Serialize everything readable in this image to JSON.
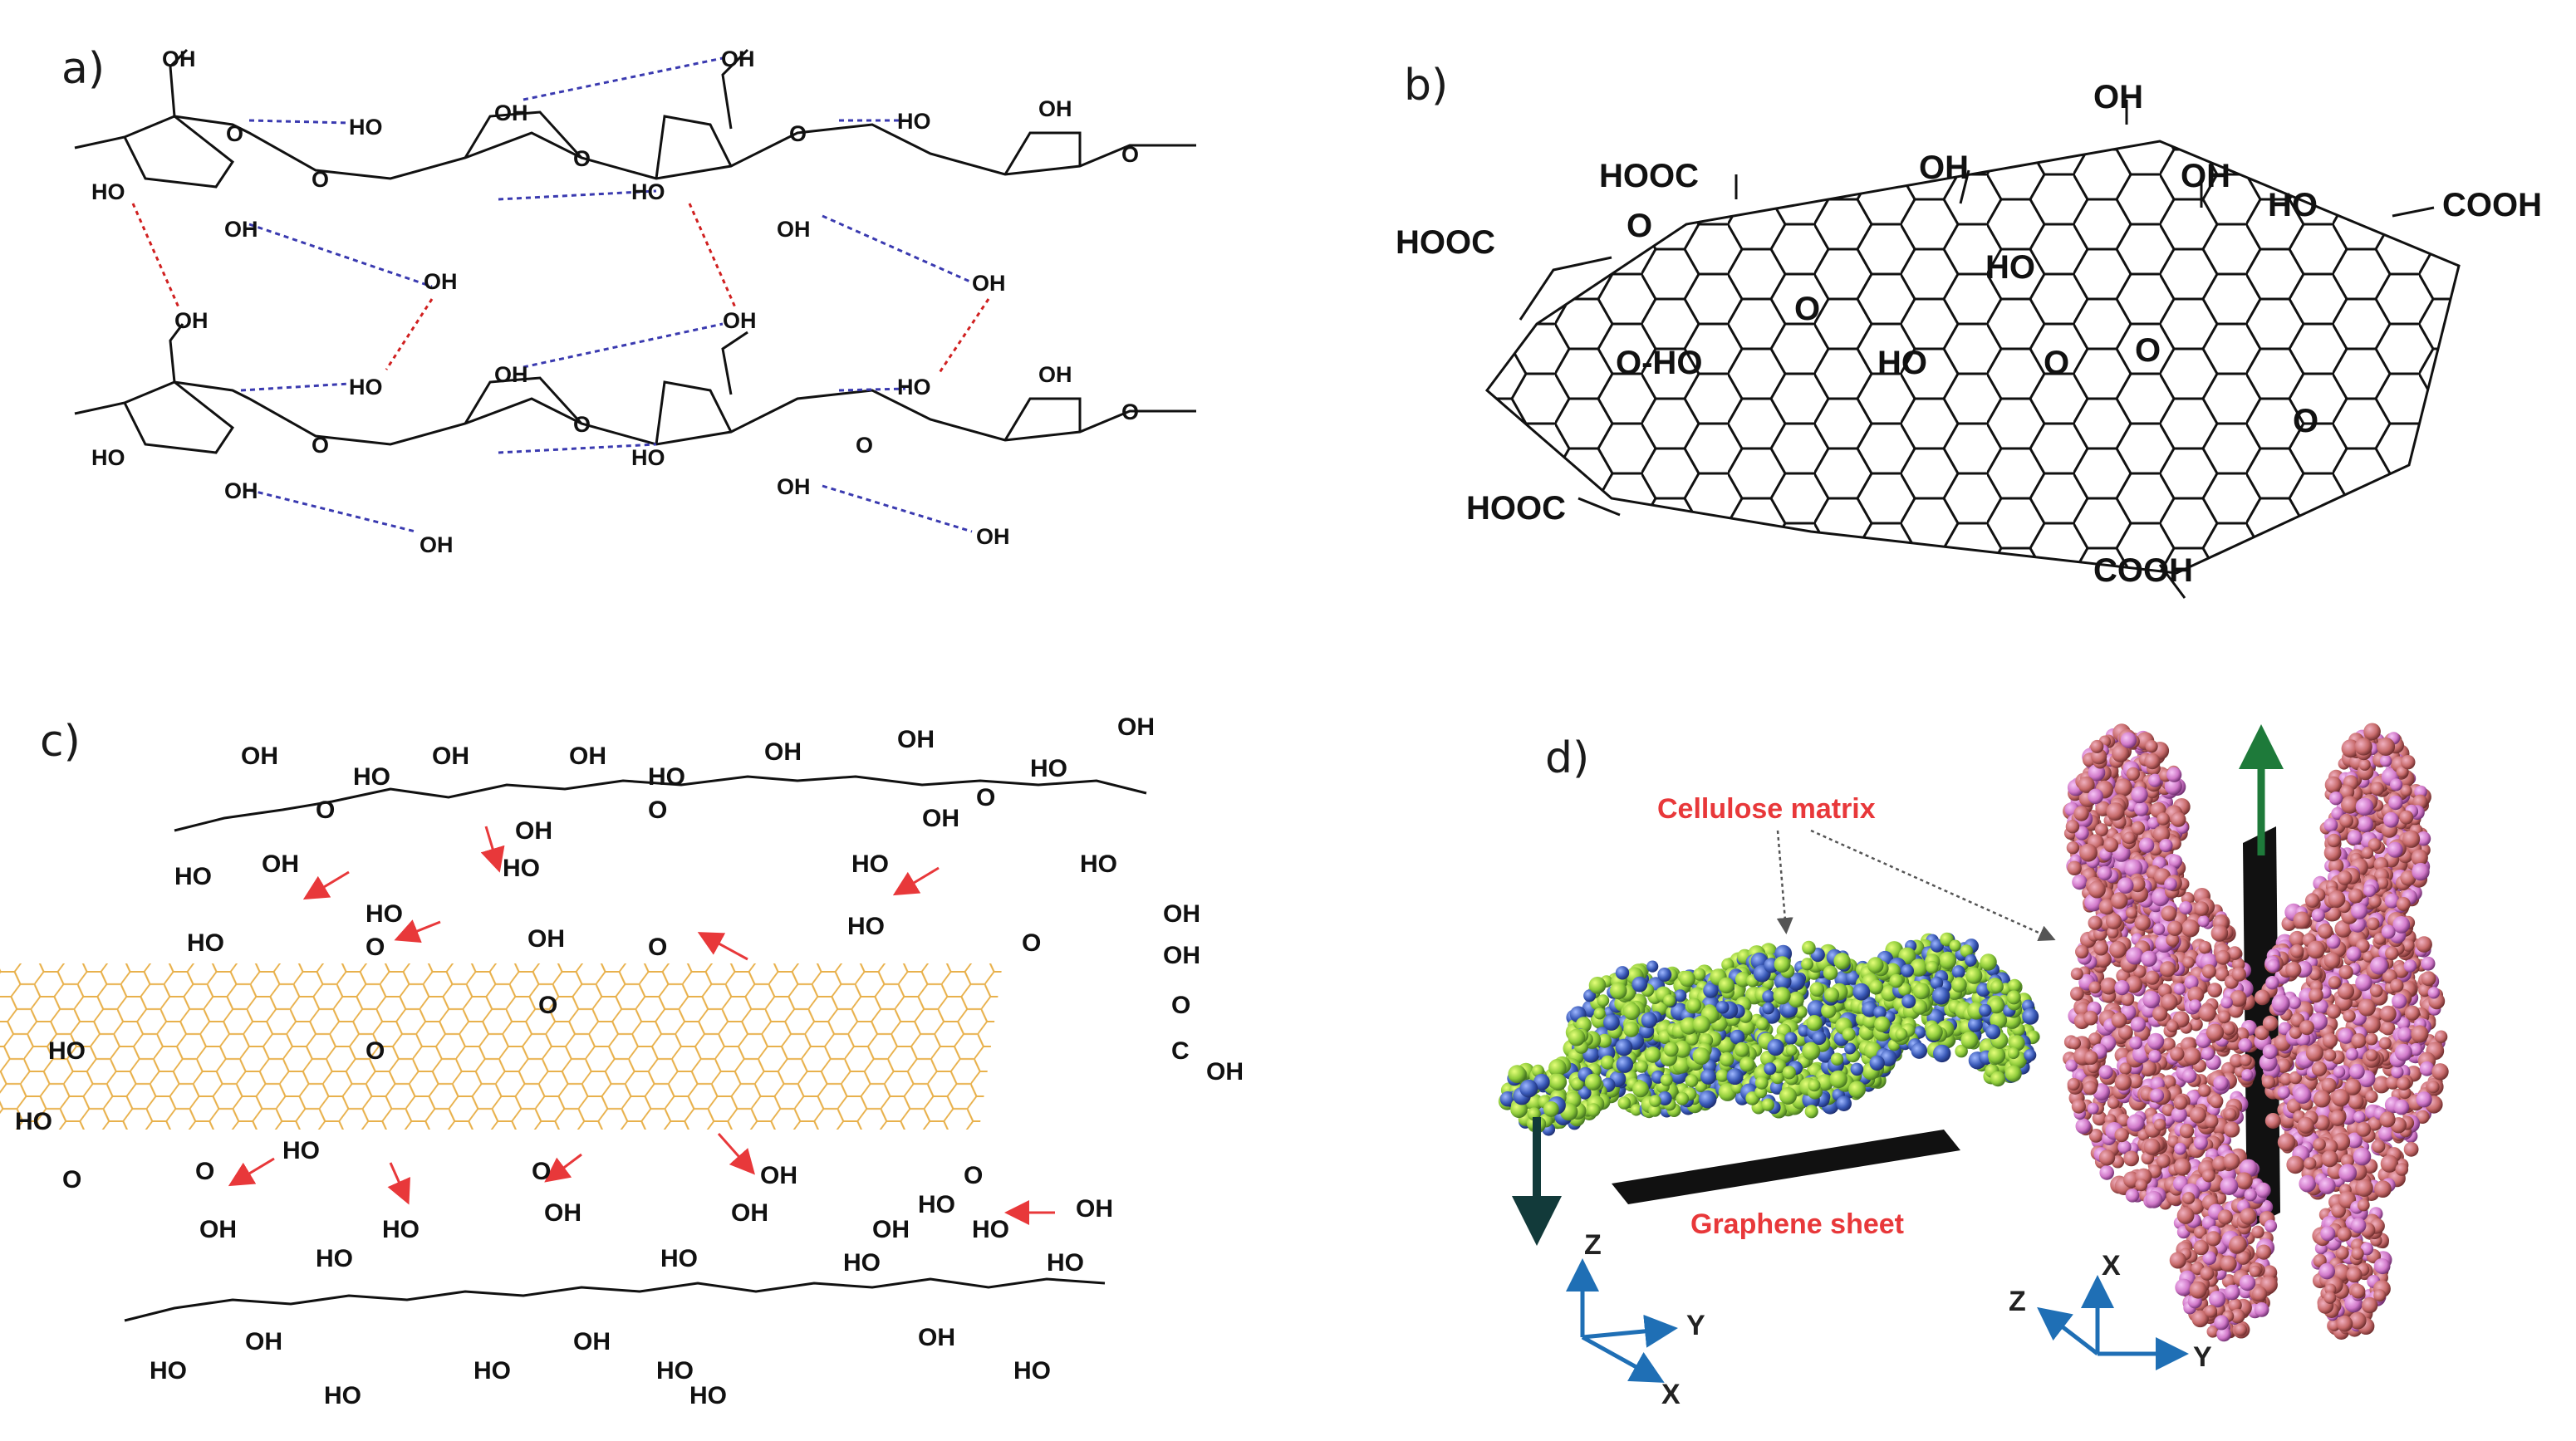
{
  "panels": {
    "a": {
      "label": "a)",
      "oh": "OH",
      "ho": "HO",
      "o": "O"
    },
    "b": {
      "label": "b)",
      "oh": "OH",
      "ho": "HO",
      "o": "O",
      "hooc": "HOOC",
      "cooh": "COOH",
      "o_ho": "O-HO"
    },
    "c": {
      "label": "c)",
      "oh": "OH",
      "ho": "HO",
      "o": "O",
      "c": "C"
    },
    "d": {
      "label": "d)",
      "cellulose_matrix": "Cellulose matrix",
      "graphene_sheet": "Graphene sheet",
      "axis_x": "X",
      "axis_y": "Y",
      "axis_z": "Z"
    }
  },
  "colors": {
    "ink": "#111111",
    "hbond_inter": "#3a3ab0",
    "hbond_intra": "#d02020",
    "graphene_lattice": "#e8b04a",
    "annotation_red": "#e8383a",
    "axis_blue": "#1f6fb5",
    "arrow_green": "#1e7a3a",
    "arrow_dark": "#123a3a",
    "cellulose_green": "#8ecb3a",
    "cellulose_blue": "#3a5ab8",
    "cellulose_pink": "#c76a8a",
    "cellulose_magenta": "#d078c8"
  }
}
